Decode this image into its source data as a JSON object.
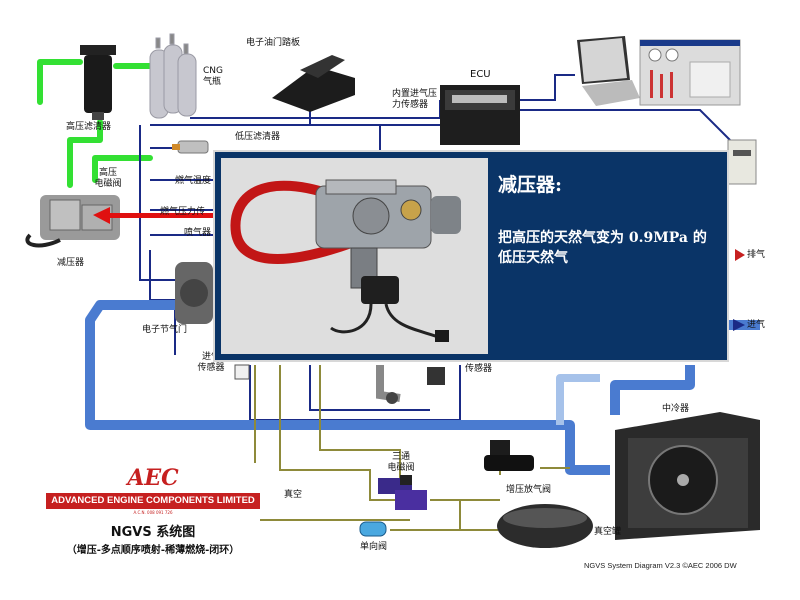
{
  "labels": {
    "cng_cylinder": "CNG\n气瓶",
    "high_pressure_filter": "高压滤清器",
    "electronic_throttle_pedal": "电子油门踏板",
    "ecu": "ECU",
    "built_in_intake_pressure_sensor": "内置进气压\n力传感器",
    "low_pressure_filter": "低压滤清器",
    "high_pressure_solenoid_valve": "高压\n电磁阀",
    "fuel_temperature": "燃气温度",
    "fuel_pressure_sensor": "燃气压力传",
    "injector": "喷气器",
    "pressure_reducer": "减压器",
    "electronic_throttle": "电子节气门",
    "intake_sensor": "进气\n传感器",
    "sensor": "传感器",
    "exhaust": "排气",
    "intake": "进气",
    "intercooler": "中冷器",
    "three_way_solenoid_valve": "三通\n电磁阀",
    "wastegate_valve": "增压放气阀",
    "vacuum": "真空",
    "vacuum_tank": "真空罐",
    "check_valve": "单向阀"
  },
  "popup": {
    "title": "减压器:",
    "description": "把高压的天然气变为 0.9MPa 的低压天然气"
  },
  "logo": {
    "brand_mark": "AEC",
    "company_name": "ADVANCED ENGINE COMPONENTS LIMITED",
    "company_sub": "A.C.N. 008 091 726",
    "system_title": "NGVS 系统图",
    "system_subtitle": "（增压-多点顺序喷射-稀薄燃烧-闭环）"
  },
  "footer": {
    "version_note": "NGVS System Diagram V2.3 ©AEC 2006 DW"
  },
  "colors": {
    "high_pressure_line": "#33e033",
    "low_pressure_line": "#1a2a86",
    "air_line": "#4a7bd0",
    "vacuum_line": "#8e8a3a",
    "popup_background": "#0a3467",
    "arrow": "#e01010",
    "logo_band": "#c62020"
  }
}
